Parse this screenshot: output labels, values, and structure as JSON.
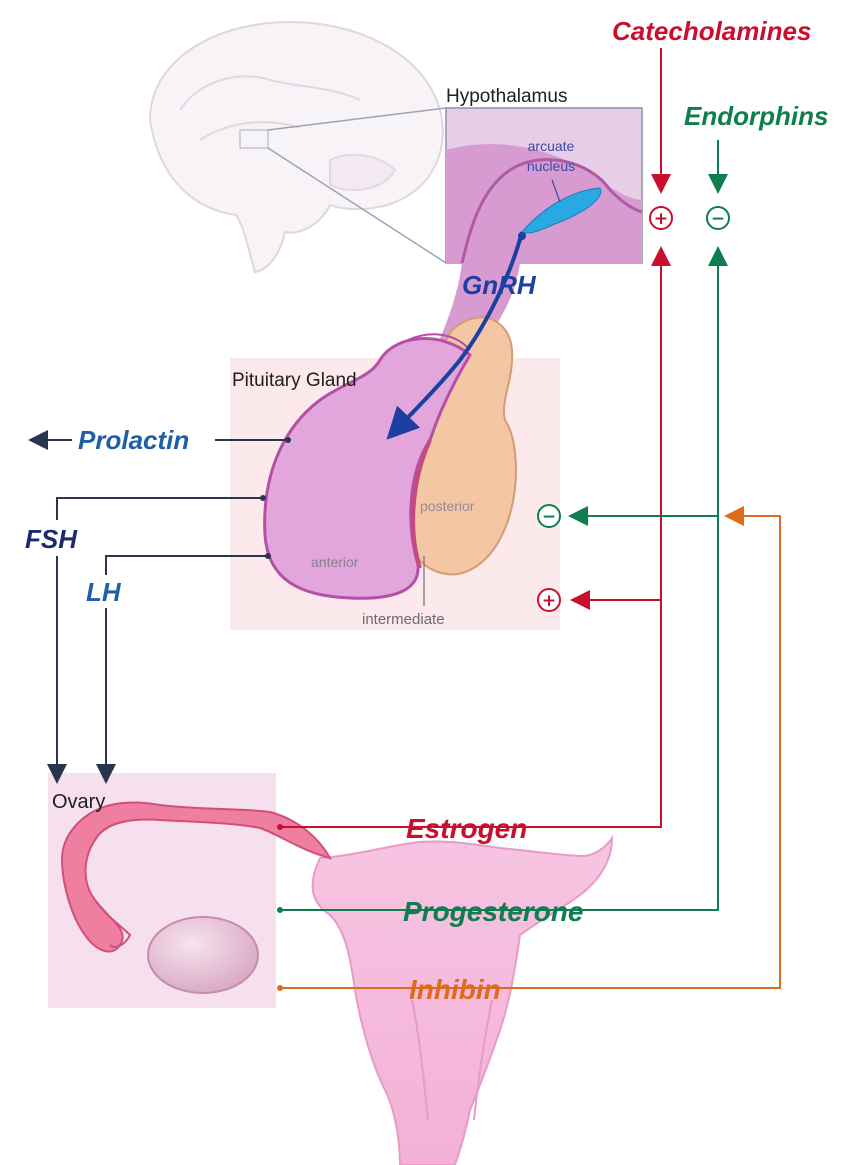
{
  "colors": {
    "red": "#c8102e",
    "green": "#0e7d4f",
    "navy": "#1a2b6b",
    "blue": "#1f5fa8",
    "orange": "#e06a1c",
    "pink_organ": "#e3a6dc",
    "pink_dark": "#b64fa8",
    "posterior": "#f3c6a4",
    "arcuate": "#29a9e1",
    "ovary_box": "#f7e0ee"
  },
  "labels": {
    "catecholamines": "Catecholamines",
    "endorphins": "Endorphins",
    "hypothalamus": "Hypothalamus",
    "arcuate_line1": "arcuate",
    "arcuate_line2": "nucleus",
    "gnrh": "GnRH",
    "pituitary_gland": "Pituitary Gland",
    "prolactin": "Prolactin",
    "fsh": "FSH",
    "lh": "LH",
    "posterior": "posterior",
    "anterior": "anterior",
    "intermediate": "intermediate",
    "ovary": "Ovary",
    "estrogen": "Estrogen",
    "progesterone": "Progesterone",
    "inhibin": "Inhibin"
  },
  "signs": {
    "catecholamine_effect": "+",
    "endorphin_effect": "−",
    "pituitary_negative": "−",
    "pituitary_positive": "+"
  },
  "icons": [
    "brain-icon",
    "hypothalamus-inset",
    "pituitary-gland-illustration",
    "ovary-illustration",
    "uterus-illustration"
  ]
}
